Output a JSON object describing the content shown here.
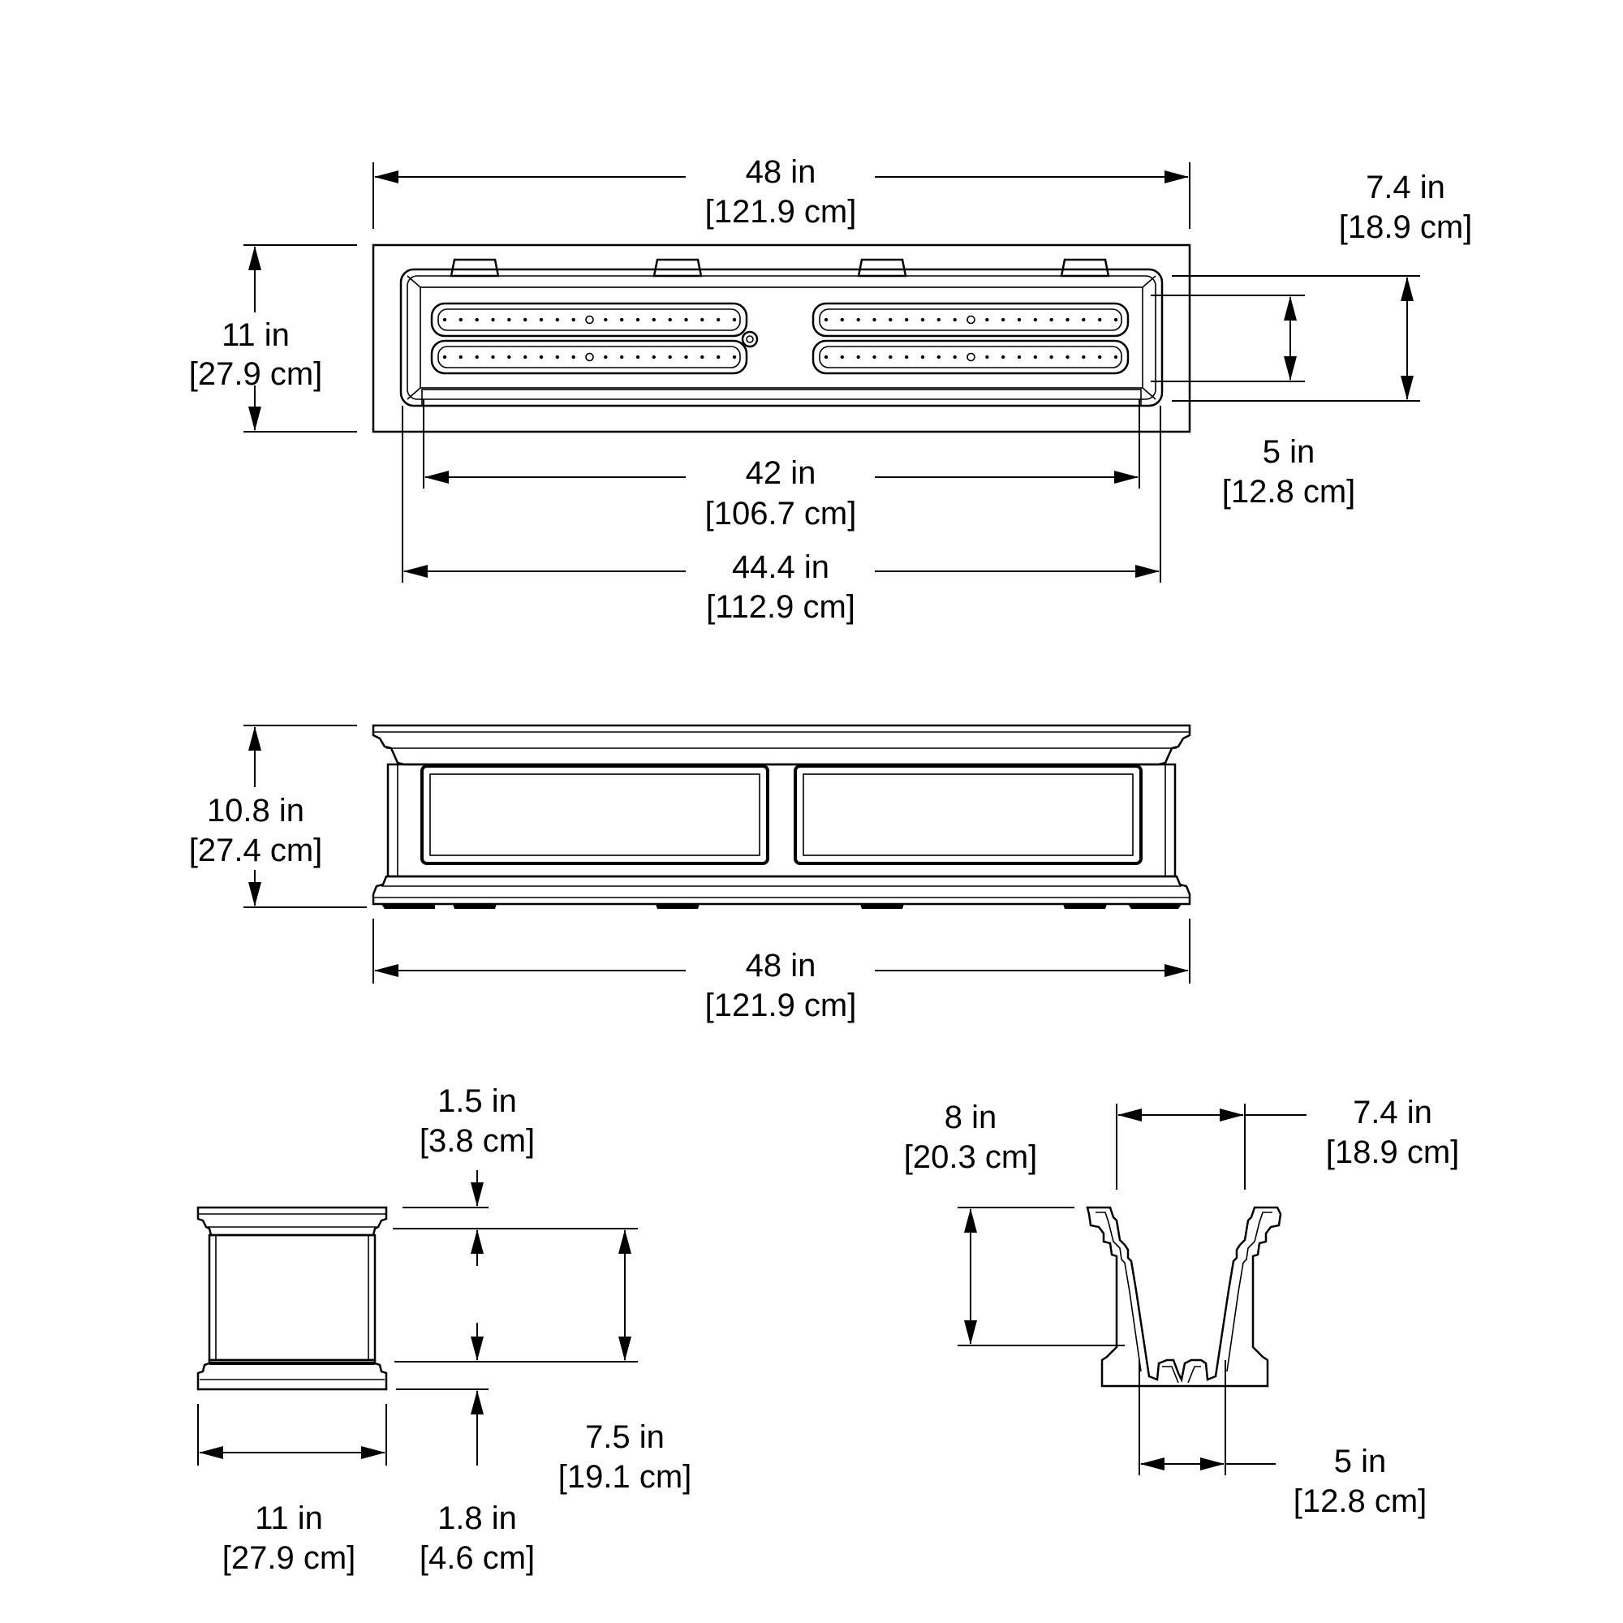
{
  "top_view": {
    "overall_width": {
      "in": "48 in",
      "cm": "[121.9 cm]"
    },
    "overall_depth": {
      "in": "11 in",
      "cm": "[27.9 cm]"
    },
    "inner_length_bottom": {
      "in": "42 in",
      "cm": "[106.7 cm]"
    },
    "inner_length_top": {
      "in": "44.4 in",
      "cm": "[112.9 cm]"
    },
    "inner_width_top": {
      "in": "7.4 in",
      "cm": "[18.9 cm]"
    },
    "inner_width_bottom": {
      "in": "5 in",
      "cm": "[12.8 cm]"
    }
  },
  "front_view": {
    "height": {
      "in": "10.8 in",
      "cm": "[27.4 cm]"
    },
    "width": {
      "in": "48 in",
      "cm": "[121.9 cm]"
    }
  },
  "side_view": {
    "top_rim": {
      "in": "1.5 in",
      "cm": "[3.8 cm]"
    },
    "panel_height": {
      "in": "7.5 in",
      "cm": "[19.1 cm]"
    },
    "base": {
      "in": "1.8 in",
      "cm": "[4.6 cm]"
    },
    "width": {
      "in": "11 in",
      "cm": "[27.9 cm]"
    }
  },
  "section_view": {
    "inner_depth": {
      "in": "8 in",
      "cm": "[20.3 cm]"
    },
    "top_opening": {
      "in": "7.4 in",
      "cm": "[18.9 cm]"
    },
    "bottom_width": {
      "in": "5 in",
      "cm": "[12.8 cm]"
    }
  }
}
